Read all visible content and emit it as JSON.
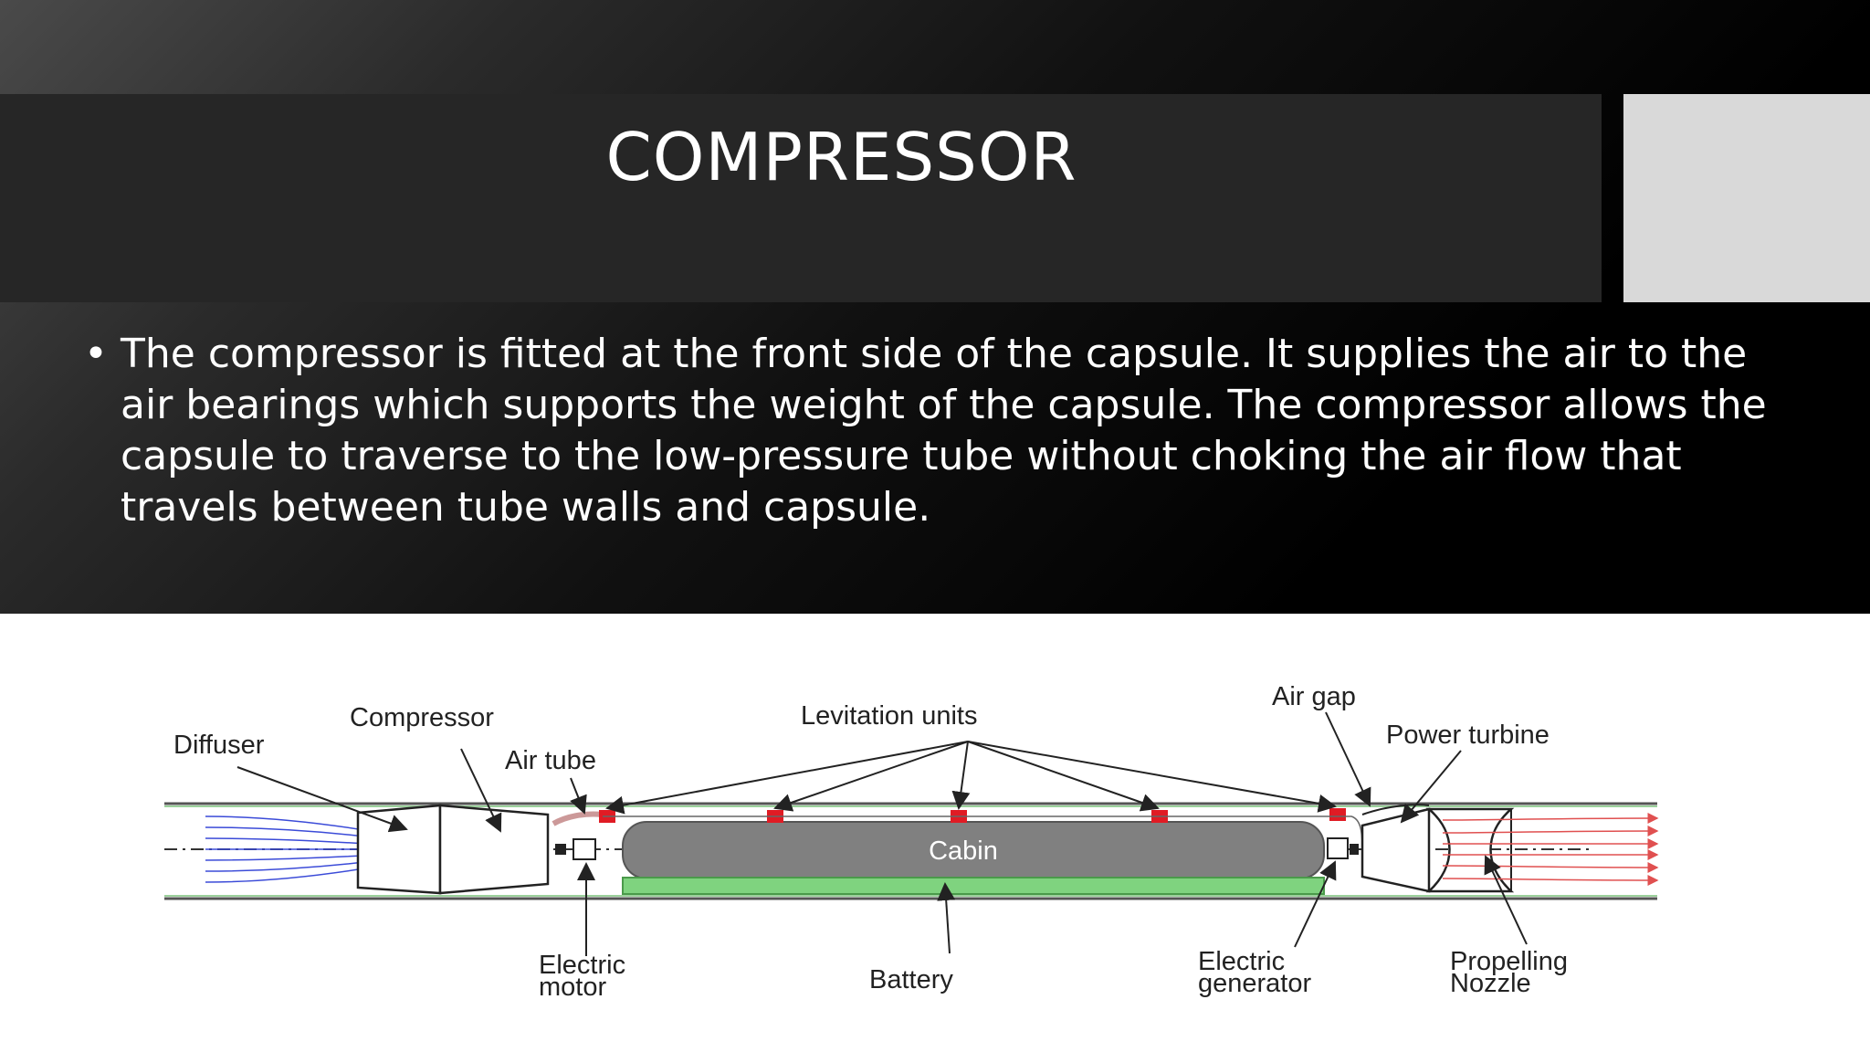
{
  "slide": {
    "title": "COMPRESSOR",
    "bullet_symbol": "•",
    "bullet_text": "The compressor is fitted at the front side of the capsule. It supplies the air to the air bearings which supports the weight of the capsule. The compressor allows the capsule to traverse to the low-pressure tube without choking the air flow that travels between tube walls and capsule."
  },
  "diagram": {
    "labels": {
      "diffuser": "Diffuser",
      "compressor": "Compressor",
      "air_tube": "Air tube",
      "levitation_units": "Levitation units",
      "air_gap": "Air gap",
      "power_turbine": "Power turbine",
      "cabin": "Cabin",
      "electric_motor_line1": "Electric",
      "electric_motor_line2": "motor",
      "battery": "Battery",
      "electric_generator_line1": "Electric",
      "electric_generator_line2": "generator",
      "propelling_nozzle_line1": "Propelling",
      "propelling_nozzle_line2": "Nozzle"
    },
    "colors": {
      "levitation_unit": "#e01b24",
      "battery": "#7fd37f",
      "cabin": "#808080",
      "inflow_lines": "#3b4bd8",
      "outflow_lines": "#e05050"
    }
  }
}
